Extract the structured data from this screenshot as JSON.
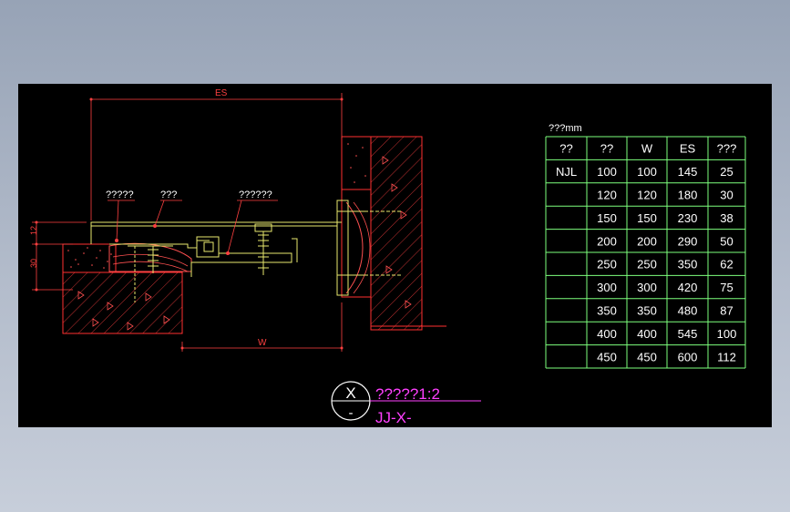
{
  "dimensions": {
    "es": "ES",
    "w": "W",
    "h12": "12",
    "h30": "30"
  },
  "callouts": {
    "left": "?????",
    "middle": "???",
    "right": "??????"
  },
  "table": {
    "caption": "???mm",
    "headers": [
      "??",
      "??",
      "W",
      "ES",
      "???"
    ],
    "rows": [
      [
        "NJL",
        "100",
        "100",
        "145",
        "25"
      ],
      [
        "",
        "120",
        "120",
        "180",
        "30"
      ],
      [
        "",
        "150",
        "150",
        "230",
        "38"
      ],
      [
        "",
        "200",
        "200",
        "290",
        "50"
      ],
      [
        "",
        "250",
        "250",
        "350",
        "62"
      ],
      [
        "",
        "300",
        "300",
        "420",
        "75"
      ],
      [
        "",
        "350",
        "350",
        "480",
        "87"
      ],
      [
        "",
        "400",
        "400",
        "545",
        "100"
      ],
      [
        "",
        "450",
        "450",
        "600",
        "112"
      ]
    ]
  },
  "title_block": {
    "top_symbol": "X",
    "bottom_symbol": "-",
    "name_scale": "?????1:2",
    "code": "JJ-X-"
  },
  "colors": {
    "background": "#000000",
    "table_line": "#7dff7d",
    "dimension": "#ff4040",
    "profile": "#e8e86e",
    "title_text": "#ff40ff",
    "concrete": "#ff3030"
  }
}
